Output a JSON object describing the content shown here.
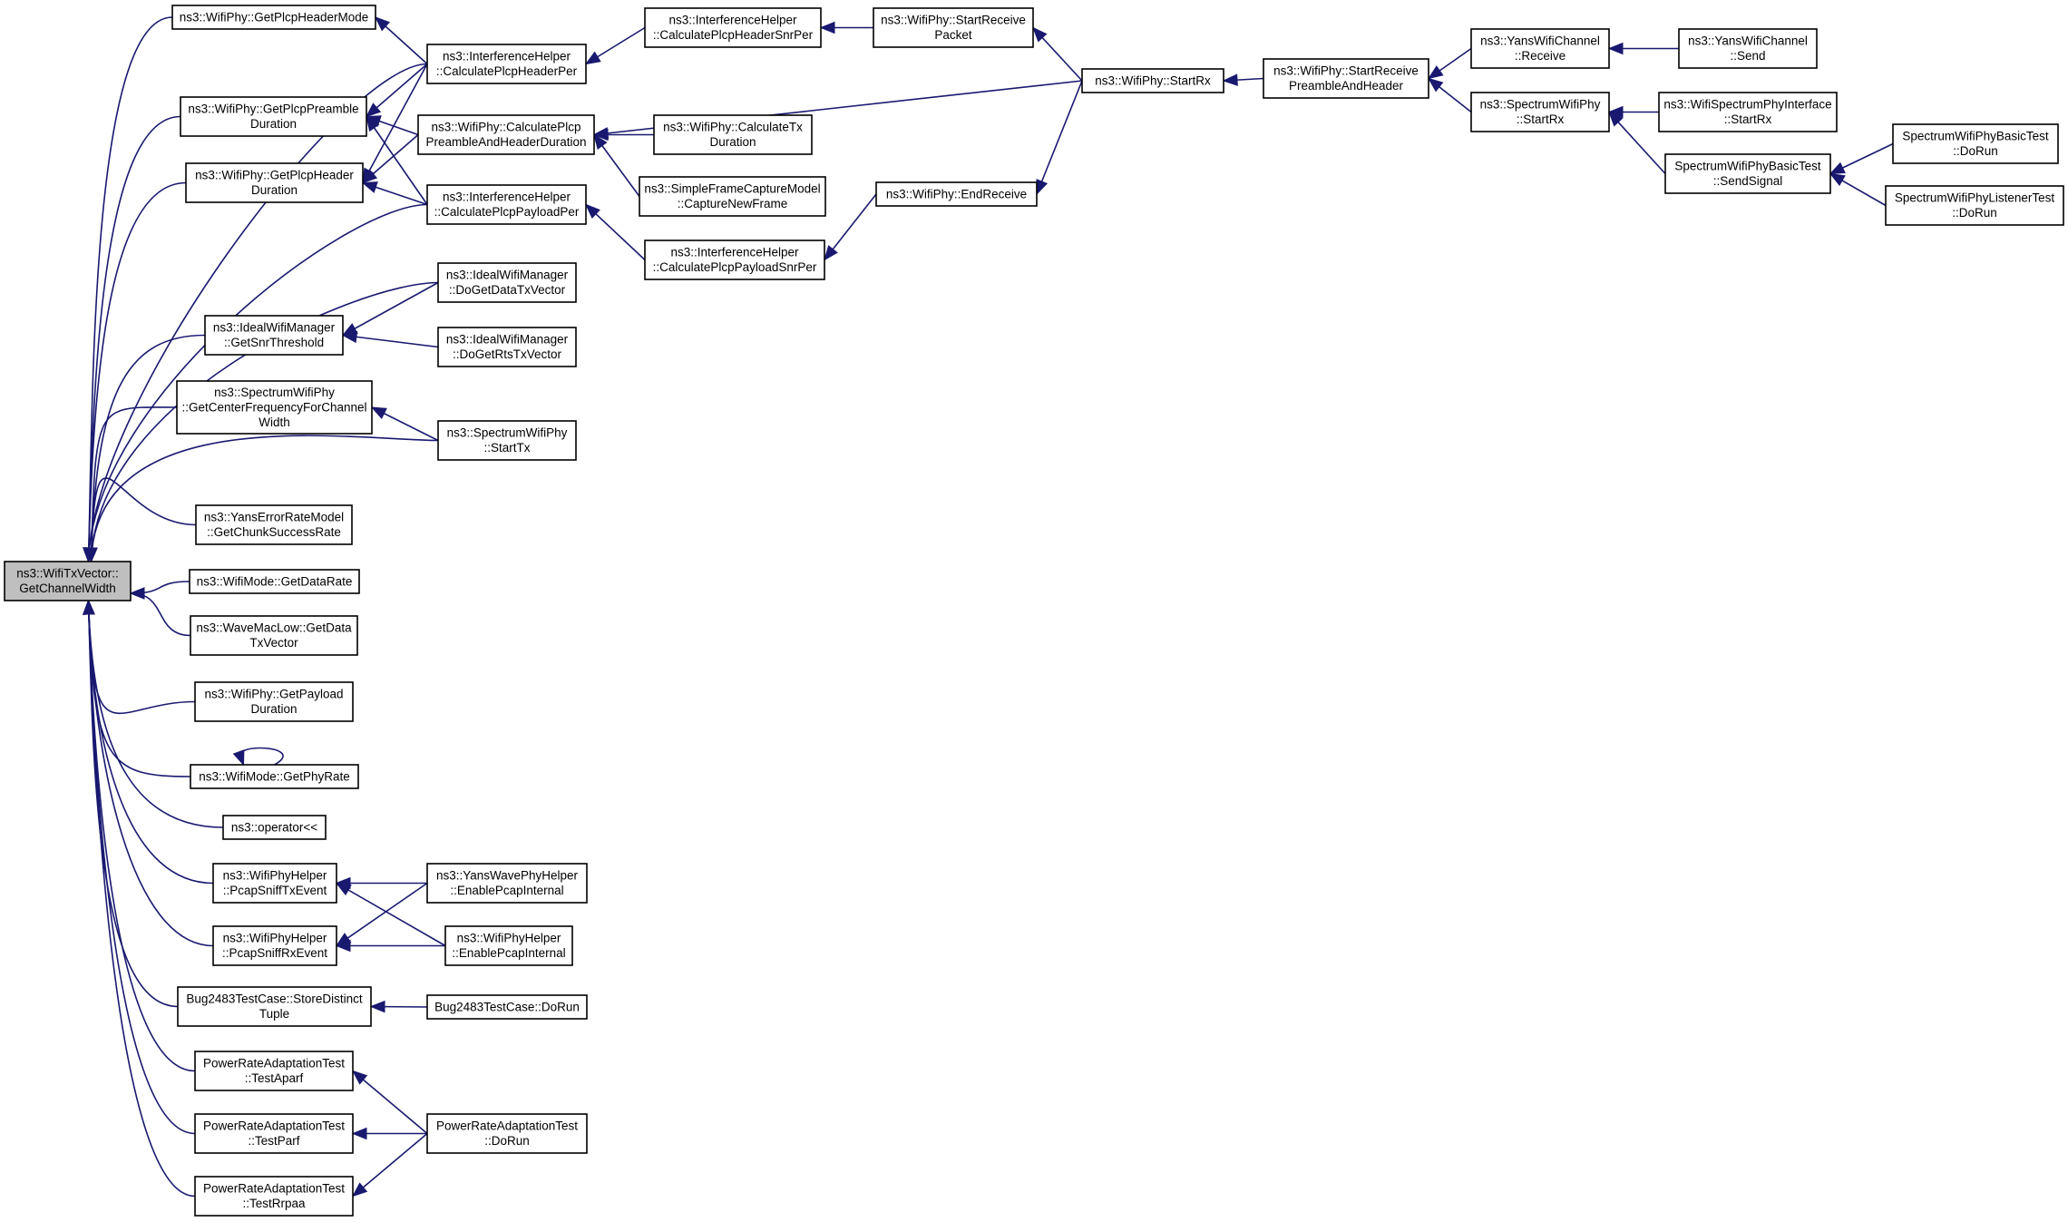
{
  "nodes": [
    {
      "id": "root",
      "lines": [
        "ns3::WifiTxVector::",
        "GetChannelWidth"
      ]
    },
    {
      "id": "getPlcpHeaderMode",
      "lines": [
        "ns3::WifiPhy::GetPlcpHeaderMode"
      ]
    },
    {
      "id": "getPlcpPreambleDuration",
      "lines": [
        "ns3::WifiPhy::GetPlcpPreamble",
        "Duration"
      ]
    },
    {
      "id": "getPlcpHeaderDuration",
      "lines": [
        "ns3::WifiPhy::GetPlcpHeader",
        "Duration"
      ]
    },
    {
      "id": "getSnrThreshold",
      "lines": [
        "ns3::IdealWifiManager",
        "::GetSnrThreshold"
      ]
    },
    {
      "id": "getCenterFreq",
      "lines": [
        "ns3::SpectrumWifiPhy",
        "::GetCenterFrequencyForChannel",
        "Width"
      ]
    },
    {
      "id": "getChunkSuccessRate",
      "lines": [
        "ns3::YansErrorRateModel",
        "::GetChunkSuccessRate"
      ]
    },
    {
      "id": "getDataRate",
      "lines": [
        "ns3::WifiMode::GetDataRate"
      ]
    },
    {
      "id": "waveGetDataTxVector",
      "lines": [
        "ns3::WaveMacLow::GetData",
        "TxVector"
      ]
    },
    {
      "id": "getPayloadDuration",
      "lines": [
        "ns3::WifiPhy::GetPayload",
        "Duration"
      ]
    },
    {
      "id": "getPhyRate",
      "lines": [
        "ns3::WifiMode::GetPhyRate"
      ]
    },
    {
      "id": "operatorLL",
      "lines": [
        "ns3::operator<<"
      ]
    },
    {
      "id": "pcapSniffTx",
      "lines": [
        "ns3::WifiPhyHelper",
        "::PcapSniffTxEvent"
      ]
    },
    {
      "id": "pcapSniffRx",
      "lines": [
        "ns3::WifiPhyHelper",
        "::PcapSniffRxEvent"
      ]
    },
    {
      "id": "bugStoreDistinct",
      "lines": [
        "Bug2483TestCase::StoreDistinct",
        "Tuple"
      ]
    },
    {
      "id": "testAparf",
      "lines": [
        "PowerRateAdaptationTest",
        "::TestAparf"
      ]
    },
    {
      "id": "testParf",
      "lines": [
        "PowerRateAdaptationTest",
        "::TestParf"
      ]
    },
    {
      "id": "testRrpaa",
      "lines": [
        "PowerRateAdaptationTest",
        "::TestRrpaa"
      ]
    },
    {
      "id": "calcPlcpHeaderPer",
      "lines": [
        "ns3::InterferenceHelper",
        "::CalculatePlcpHeaderPer"
      ]
    },
    {
      "id": "calcPlcpPreambleHdrDur",
      "lines": [
        "ns3::WifiPhy::CalculatePlcp",
        "PreambleAndHeaderDuration"
      ]
    },
    {
      "id": "calcPlcpPayloadPer",
      "lines": [
        "ns3::InterferenceHelper",
        "::CalculatePlcpPayloadPer"
      ]
    },
    {
      "id": "doGetDataTxVector",
      "lines": [
        "ns3::IdealWifiManager",
        "::DoGetDataTxVector"
      ]
    },
    {
      "id": "doGetRtsTxVector",
      "lines": [
        "ns3::IdealWifiManager",
        "::DoGetRtsTxVector"
      ]
    },
    {
      "id": "spectrumStartTx",
      "lines": [
        "ns3::SpectrumWifiPhy",
        "::StartTx"
      ]
    },
    {
      "id": "yansWaveEnablePcap",
      "lines": [
        "ns3::YansWavePhyHelper",
        "::EnablePcapInternal"
      ]
    },
    {
      "id": "wifiPhyHelperEnablePcap",
      "lines": [
        "ns3::WifiPhyHelper",
        "::EnablePcapInternal"
      ]
    },
    {
      "id": "bugDoRun",
      "lines": [
        "Bug2483TestCase::DoRun"
      ]
    },
    {
      "id": "powerDoRun",
      "lines": [
        "PowerRateAdaptationTest",
        "::DoRun"
      ]
    },
    {
      "id": "calcPlcpHeaderSnrPer",
      "lines": [
        "ns3::InterferenceHelper",
        "::CalculatePlcpHeaderSnrPer"
      ]
    },
    {
      "id": "calculateTxDuration",
      "lines": [
        "ns3::WifiPhy::CalculateTx",
        "Duration"
      ]
    },
    {
      "id": "captureNewFrame",
      "lines": [
        "ns3::SimpleFrameCaptureModel",
        "::CaptureNewFrame"
      ]
    },
    {
      "id": "calcPlcpPayloadSnrPer",
      "lines": [
        "ns3::InterferenceHelper",
        "::CalculatePlcpPayloadSnrPer"
      ]
    },
    {
      "id": "startReceivePacket",
      "lines": [
        "ns3::WifiPhy::StartReceive",
        "Packet"
      ]
    },
    {
      "id": "endReceive",
      "lines": [
        "ns3::WifiPhy::EndReceive"
      ]
    },
    {
      "id": "wifiPhyStartRx",
      "lines": [
        "ns3::WifiPhy::StartRx"
      ]
    },
    {
      "id": "startReceivePreamble",
      "lines": [
        "ns3::WifiPhy::StartReceive",
        "PreambleAndHeader"
      ]
    },
    {
      "id": "yansChannelReceive",
      "lines": [
        "ns3::YansWifiChannel",
        "::Receive"
      ]
    },
    {
      "id": "spectrumPhyStartRx",
      "lines": [
        "ns3::SpectrumWifiPhy",
        "::StartRx"
      ]
    },
    {
      "id": "yansChannelSend",
      "lines": [
        "ns3::YansWifiChannel",
        "::Send"
      ]
    },
    {
      "id": "spectrumInterfaceStartRx",
      "lines": [
        "ns3::WifiSpectrumPhyInterface",
        "::StartRx"
      ]
    },
    {
      "id": "basicTestSendSignal",
      "lines": [
        "SpectrumWifiPhyBasicTest",
        "::SendSignal"
      ]
    },
    {
      "id": "basicTestDoRun",
      "lines": [
        "SpectrumWifiPhyBasicTest",
        "::DoRun"
      ]
    },
    {
      "id": "listenerTestDoRun",
      "lines": [
        "SpectrumWifiPhyListenerTest",
        "::DoRun"
      ]
    }
  ],
  "edges": [
    {
      "from": "root",
      "to": "getPlcpHeaderMode"
    },
    {
      "from": "root",
      "to": "getPlcpPreambleDuration"
    },
    {
      "from": "root",
      "to": "getPlcpHeaderDuration"
    },
    {
      "from": "root",
      "to": "getSnrThreshold"
    },
    {
      "from": "root",
      "to": "getCenterFreq"
    },
    {
      "from": "root",
      "to": "getChunkSuccessRate"
    },
    {
      "from": "root",
      "to": "getDataRate"
    },
    {
      "from": "root",
      "to": "waveGetDataTxVector"
    },
    {
      "from": "root",
      "to": "getPayloadDuration"
    },
    {
      "from": "root",
      "to": "getPhyRate"
    },
    {
      "from": "root",
      "to": "operatorLL"
    },
    {
      "from": "root",
      "to": "pcapSniffTx"
    },
    {
      "from": "root",
      "to": "pcapSniffRx"
    },
    {
      "from": "root",
      "to": "bugStoreDistinct"
    },
    {
      "from": "root",
      "to": "testAparf"
    },
    {
      "from": "root",
      "to": "testParf"
    },
    {
      "from": "root",
      "to": "testRrpaa"
    },
    {
      "from": "root",
      "to": "calcPlcpHeaderPer"
    },
    {
      "from": "root",
      "to": "calcPlcpPayloadPer"
    },
    {
      "from": "root",
      "to": "doGetDataTxVector"
    },
    {
      "from": "root",
      "to": "spectrumStartTx"
    },
    {
      "from": "getPlcpHeaderMode",
      "to": "calcPlcpHeaderPer"
    },
    {
      "from": "getPlcpPreambleDuration",
      "to": "calcPlcpHeaderPer"
    },
    {
      "from": "getPlcpPreambleDuration",
      "to": "calcPlcpPreambleHdrDur"
    },
    {
      "from": "getPlcpPreambleDuration",
      "to": "calcPlcpPayloadPer"
    },
    {
      "from": "getPlcpHeaderDuration",
      "to": "calcPlcpHeaderPer"
    },
    {
      "from": "getPlcpHeaderDuration",
      "to": "calcPlcpPreambleHdrDur"
    },
    {
      "from": "getPlcpHeaderDuration",
      "to": "calcPlcpPayloadPer"
    },
    {
      "from": "getSnrThreshold",
      "to": "doGetDataTxVector"
    },
    {
      "from": "getSnrThreshold",
      "to": "doGetRtsTxVector"
    },
    {
      "from": "getCenterFreq",
      "to": "spectrumStartTx"
    },
    {
      "from": "getPhyRate",
      "to": "getPhyRate"
    },
    {
      "from": "pcapSniffTx",
      "to": "yansWaveEnablePcap"
    },
    {
      "from": "pcapSniffTx",
      "to": "wifiPhyHelperEnablePcap"
    },
    {
      "from": "pcapSniffRx",
      "to": "yansWaveEnablePcap"
    },
    {
      "from": "pcapSniffRx",
      "to": "wifiPhyHelperEnablePcap"
    },
    {
      "from": "bugStoreDistinct",
      "to": "bugDoRun"
    },
    {
      "from": "testAparf",
      "to": "powerDoRun"
    },
    {
      "from": "testParf",
      "to": "powerDoRun"
    },
    {
      "from": "testRrpaa",
      "to": "powerDoRun"
    },
    {
      "from": "calcPlcpHeaderPer",
      "to": "calcPlcpHeaderSnrPer"
    },
    {
      "from": "calcPlcpPreambleHdrDur",
      "to": "calculateTxDuration"
    },
    {
      "from": "calcPlcpPreambleHdrDur",
      "to": "captureNewFrame"
    },
    {
      "from": "calcPlcpPreambleHdrDur",
      "to": "wifiPhyStartRx"
    },
    {
      "from": "calcPlcpPayloadPer",
      "to": "calcPlcpPayloadSnrPer"
    },
    {
      "from": "calcPlcpHeaderSnrPer",
      "to": "startReceivePacket"
    },
    {
      "from": "calcPlcpPayloadSnrPer",
      "to": "endReceive"
    },
    {
      "from": "startReceivePacket",
      "to": "wifiPhyStartRx"
    },
    {
      "from": "endReceive",
      "to": "wifiPhyStartRx"
    },
    {
      "from": "wifiPhyStartRx",
      "to": "startReceivePreamble"
    },
    {
      "from": "startReceivePreamble",
      "to": "yansChannelReceive"
    },
    {
      "from": "startReceivePreamble",
      "to": "spectrumPhyStartRx"
    },
    {
      "from": "yansChannelReceive",
      "to": "yansChannelSend"
    },
    {
      "from": "spectrumPhyStartRx",
      "to": "spectrumInterfaceStartRx"
    },
    {
      "from": "spectrumPhyStartRx",
      "to": "basicTestSendSignal"
    },
    {
      "from": "basicTestSendSignal",
      "to": "basicTestDoRun"
    },
    {
      "from": "basicTestSendSignal",
      "to": "listenerTestDoRun"
    }
  ]
}
